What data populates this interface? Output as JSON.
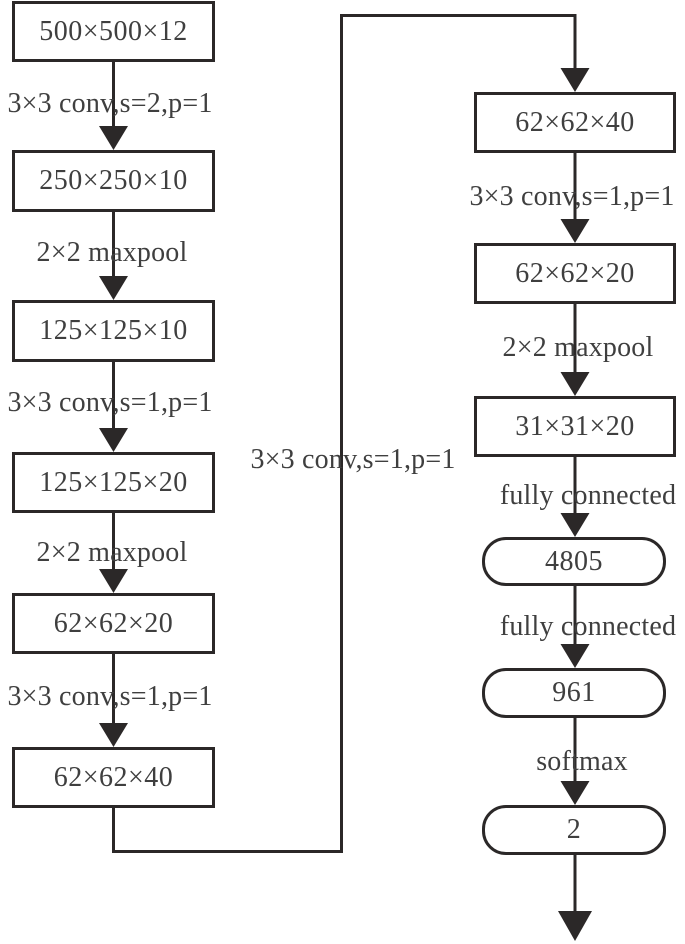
{
  "diagram": {
    "title": "cnn-architecture-flowchart",
    "colors": {
      "line": "#2b2828",
      "text": "#3f3f3f",
      "background": "#ffffff"
    },
    "left_column": {
      "boxes": [
        "500×500×12",
        "250×250×10",
        "125×125×10",
        "125×125×20",
        "62×62×20",
        "62×62×40"
      ],
      "edge_labels": [
        "3×3 conv,s=2,p=1",
        "2×2 maxpool",
        "3×3 conv,s=1,p=1",
        "2×2 maxpool",
        "3×3 conv,s=1,p=1"
      ]
    },
    "cross_connection": {
      "label": "3×3 conv,s=1,p=1"
    },
    "right_column": {
      "boxes": [
        "62×62×40",
        "62×62×20",
        "31×31×20"
      ],
      "rounded_boxes": [
        "4805",
        "961",
        "2"
      ],
      "edge_labels": [
        "3×3 conv,s=1,p=1",
        "2×2 maxpool",
        "fully connected",
        "fully connected",
        "softmax"
      ]
    }
  }
}
